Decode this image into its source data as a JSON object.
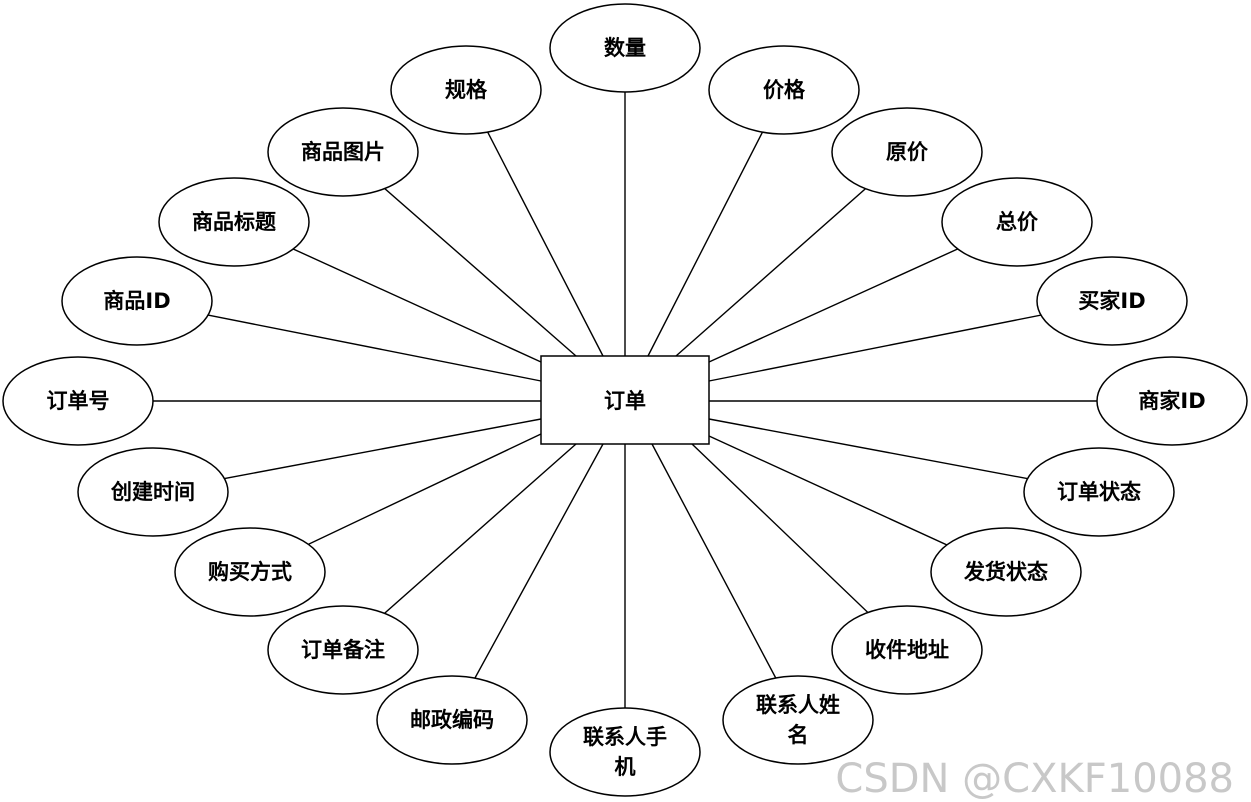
{
  "entity": {
    "label": "订单"
  },
  "attributes": [
    {
      "id": "quantity",
      "lines": [
        "数量"
      ]
    },
    {
      "id": "price",
      "lines": [
        "价格"
      ]
    },
    {
      "id": "original-price",
      "lines": [
        "原价"
      ]
    },
    {
      "id": "total-price",
      "lines": [
        "总价"
      ]
    },
    {
      "id": "buyer-id",
      "lines": [
        "买家ID"
      ]
    },
    {
      "id": "merchant-id",
      "lines": [
        "商家ID"
      ]
    },
    {
      "id": "order-status",
      "lines": [
        "订单状态"
      ]
    },
    {
      "id": "shipping-status",
      "lines": [
        "发货状态"
      ]
    },
    {
      "id": "receiving-address",
      "lines": [
        "收件地址"
      ]
    },
    {
      "id": "contact-name",
      "lines": [
        "联系人姓",
        "名"
      ]
    },
    {
      "id": "contact-phone",
      "lines": [
        "联系人手",
        "机"
      ]
    },
    {
      "id": "postal-code",
      "lines": [
        "邮政编码"
      ]
    },
    {
      "id": "order-remark",
      "lines": [
        "订单备注"
      ]
    },
    {
      "id": "purchase-method",
      "lines": [
        "购买方式"
      ]
    },
    {
      "id": "create-time",
      "lines": [
        "创建时间"
      ]
    },
    {
      "id": "order-number",
      "lines": [
        "订单号"
      ]
    },
    {
      "id": "product-id",
      "lines": [
        "商品ID"
      ]
    },
    {
      "id": "product-title",
      "lines": [
        "商品标题"
      ]
    },
    {
      "id": "product-image",
      "lines": [
        "商品图片"
      ]
    },
    {
      "id": "spec",
      "lines": [
        "规格"
      ]
    }
  ],
  "watermark": "CSDN @CXKF10088"
}
